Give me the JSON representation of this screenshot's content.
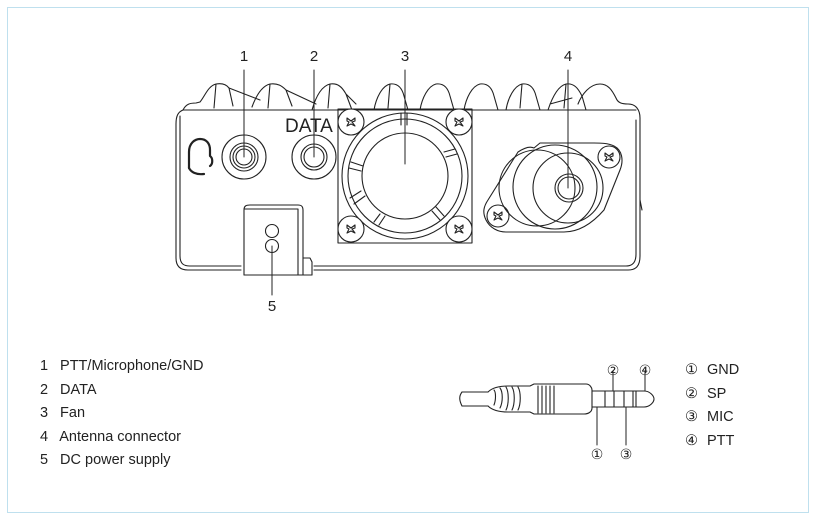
{
  "figure": {
    "callouts": [
      "1",
      "2",
      "3",
      "4",
      "5"
    ],
    "panel_label": "DATA",
    "icons": {
      "headset": "headset-icon",
      "fan": "fan-icon",
      "antenna_connector": "antenna-connector-icon",
      "plug": "audio-plug-icon"
    },
    "line_color": "#222222",
    "frame_color": "#bfe0ee"
  },
  "legend": {
    "items": [
      {
        "num": "1",
        "label": "PTT/Microphone/GND"
      },
      {
        "num": "2",
        "label": "DATA"
      },
      {
        "num": "3",
        "label": "Fan"
      },
      {
        "num": "4",
        "label": "Antenna connector"
      },
      {
        "num": "5",
        "label": "DC power supply"
      }
    ]
  },
  "plug": {
    "callouts": [
      "①",
      "②",
      "③",
      "④"
    ],
    "pins": [
      {
        "num": "①",
        "label": "GND"
      },
      {
        "num": "②",
        "label": "SP"
      },
      {
        "num": "③",
        "label": "MIC"
      },
      {
        "num": "④",
        "label": "PTT"
      }
    ]
  }
}
